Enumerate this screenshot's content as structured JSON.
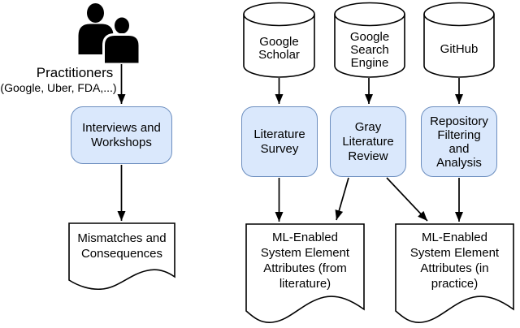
{
  "diagram": {
    "practitioners": {
      "label": "Practitioners",
      "sublabel": "(Google, Uber, FDA,...)"
    },
    "sources": {
      "google_scholar": [
        "Google",
        "Scholar"
      ],
      "google_search": [
        "Google",
        "Search",
        "Engine"
      ],
      "github": [
        "GitHub"
      ]
    },
    "processes": {
      "interviews": [
        "Interviews and",
        "Workshops"
      ],
      "literature_survey": [
        "Literature",
        "Survey"
      ],
      "gray_literature": [
        "Gray",
        "Literature",
        "Review"
      ],
      "repository": [
        "Repository",
        "Filtering",
        "and",
        "Analysis"
      ]
    },
    "outputs": {
      "mismatches": [
        "Mismatches and",
        "Consequences"
      ],
      "attributes_literature": [
        "ML-Enabled",
        "System Element",
        "Attributes (from",
        "literature)"
      ],
      "attributes_practice": [
        "ML-Enabled",
        "System Element",
        "Attributes (in",
        "practice)"
      ]
    },
    "colors": {
      "process_fill": "#dae8fc",
      "process_border": "#6c8ebf",
      "line": "#000000",
      "icon": "#000000",
      "background": "#ffffff"
    }
  }
}
